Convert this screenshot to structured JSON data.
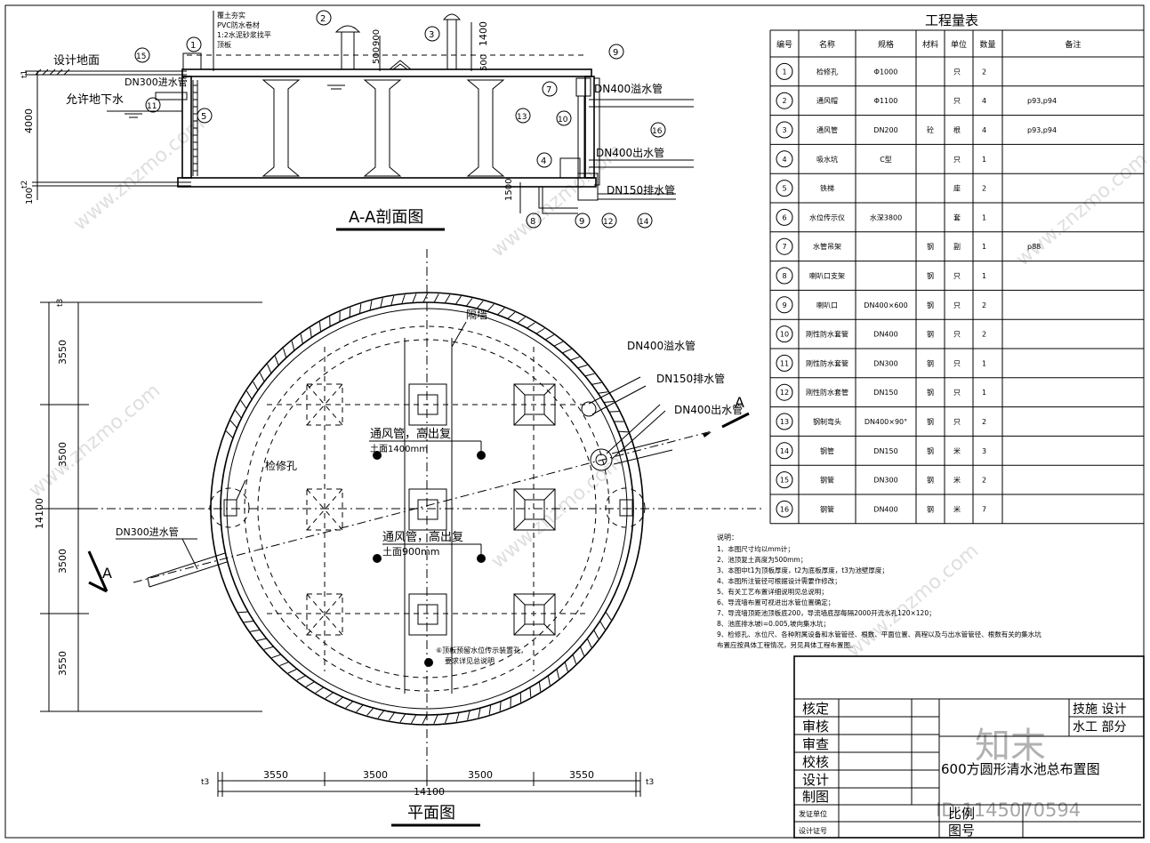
{
  "section": {
    "title": "A-A剖面图",
    "ground_label": "设计地面",
    "groundwater_label": "允许地下水",
    "inlet_label": "DN300进水管",
    "overflow_label": "DN400溢水管",
    "outlet_label": "DN400出水管",
    "drain_label": "DN150排水管",
    "roof_notes": [
      "覆土夯实",
      "PVC防水卷材",
      "1:2水泥砂浆找平",
      "顶板"
    ],
    "dims": {
      "d4000": "4000",
      "d100": "100",
      "d500a": "500",
      "d900": "900",
      "d1400": "1400",
      "d500b": "500",
      "d1500": "1500"
    },
    "t_labels": {
      "t1": "t1",
      "t2": "t2"
    },
    "callouts": [
      "1",
      "2",
      "3",
      "5",
      "7",
      "8",
      "9",
      "10",
      "11",
      "12",
      "13",
      "14",
      "15",
      "16",
      "4",
      "9"
    ]
  },
  "plan": {
    "title": "平面图",
    "partition_label": "隔墙",
    "manhole_label": "检修孔",
    "vent1": [
      "通风管，高出复",
      "土面1400mm"
    ],
    "vent2": [
      "通风管，高出复",
      "土面900mm"
    ],
    "gauge_note": [
      "⑥顶板预留水位传示装置孔，",
      "要求详见总说明"
    ],
    "inlet_label": "DN300进水管",
    "overflow_label": "DN400溢水管",
    "drain_label": "DN150排水管",
    "outlet_label": "DN400出水管",
    "section_mark": "A",
    "bottom_dims": [
      "3550",
      "3500",
      "3500",
      "3550"
    ],
    "total_dim": "14100",
    "left_dims": [
      "3550",
      "3500",
      "3500",
      "3550"
    ],
    "left_total": "14100",
    "t3": "t3"
  },
  "table": {
    "title": "工程量表",
    "headers": [
      "编号",
      "名称",
      "规格",
      "材料",
      "单位",
      "数量",
      "备注"
    ],
    "rows": [
      [
        "1",
        "检修孔",
        "Φ1000",
        "",
        "只",
        "2",
        ""
      ],
      [
        "2",
        "通风帽",
        "Φ1100",
        "",
        "只",
        "4",
        "p93,p94"
      ],
      [
        "3",
        "通风管",
        "DN200",
        "砼",
        "根",
        "4",
        "p93,p94"
      ],
      [
        "4",
        "吸水坑",
        "C型",
        "",
        "只",
        "1",
        ""
      ],
      [
        "5",
        "铁梯",
        "",
        "",
        "座",
        "2",
        ""
      ],
      [
        "6",
        "水位传示仪",
        "水深3800",
        "",
        "套",
        "1",
        ""
      ],
      [
        "7",
        "水管吊架",
        "",
        "钢",
        "副",
        "1",
        "p88"
      ],
      [
        "8",
        "喇叭口支架",
        "",
        "钢",
        "只",
        "1",
        ""
      ],
      [
        "9",
        "喇叭口",
        "DN400×600",
        "钢",
        "只",
        "2",
        ""
      ],
      [
        "10",
        "刚性防水套管",
        "DN400",
        "钢",
        "只",
        "2",
        ""
      ],
      [
        "11",
        "刚性防水套管",
        "DN300",
        "钢",
        "只",
        "1",
        ""
      ],
      [
        "12",
        "刚性防水套管",
        "DN150",
        "钢",
        "只",
        "1",
        ""
      ],
      [
        "13",
        "钢制弯头",
        "DN400×90°",
        "钢",
        "只",
        "2",
        ""
      ],
      [
        "14",
        "钢管",
        "DN150",
        "钢",
        "米",
        "3",
        ""
      ],
      [
        "15",
        "钢管",
        "DN300",
        "钢",
        "米",
        "2",
        ""
      ],
      [
        "16",
        "钢管",
        "DN400",
        "钢",
        "米",
        "7",
        ""
      ]
    ]
  },
  "notes": {
    "heading": "说明：",
    "lines": [
      "1、本图尺寸均以mm计；",
      "2、池顶复土高度为500mm；",
      "3、本图中t1为顶板厚度，t2为底板厚度，t3为池壁厚度；",
      "4、本图所注管径可根据设计需要作修改；",
      "5、有关工艺布置详细说明见总说明；",
      "6、导流墙布置可视进出水管位置确定；",
      "7、导流墙顶距池顶板底200，导流墙底部每隔2000开流水孔120×120；",
      "8、池底排水坡i=0.005,坡向集水坑；",
      "9、检修孔、水位尺、各种附属设备和水管管径、根数、平面位置、高程以及与出水管管径、根数有关的集水坑",
      "布置应按具体工程情况，另见具体工程布置图。"
    ]
  },
  "titleblock": {
    "roles": [
      "核定",
      "审核",
      "审查",
      "校核",
      "设计",
      "制图"
    ],
    "unit_label": "发证单位",
    "cert_label": "设计证号",
    "dept1": "技施 设计",
    "dept2": "水工 部分",
    "drawing_title": "600方圆形清水池总布置图",
    "scale_label": "比例",
    "drawing_no_label": "图号"
  },
  "watermarks": {
    "brand": "知末",
    "site": "www.znzmo.com",
    "id_text": "ID:1145070594"
  }
}
